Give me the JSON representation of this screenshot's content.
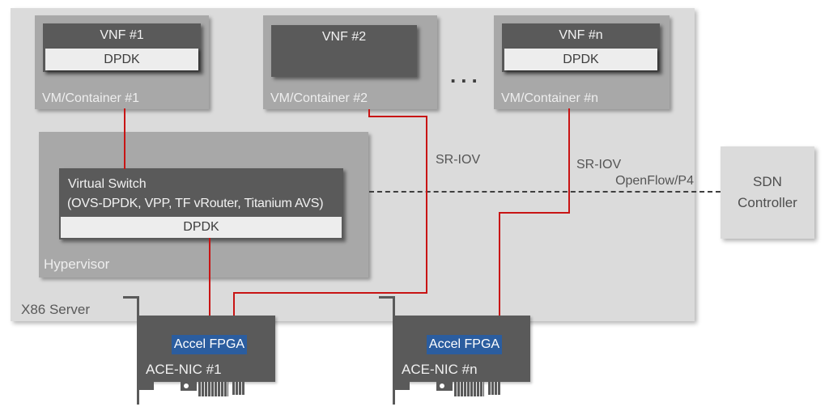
{
  "diagram": {
    "server": {
      "label": "X86 Server"
    },
    "containers": [
      {
        "label": "VM/Container #1",
        "vnf": "VNF #1",
        "dpdk": "DPDK"
      },
      {
        "label": "VM/Container #2",
        "vnf": "VNF #2"
      },
      {
        "label": "VM/Container #n",
        "vnf": "VNF #n",
        "dpdk": "DPDK"
      }
    ],
    "ellipsis": "...",
    "hypervisor": {
      "label": "Hypervisor",
      "vswitch_title": "Virtual Switch",
      "vswitch_subtitle": "(OVS-DPDK, VPP, TF vRouter, Titanium AVS)",
      "dpdk": "DPDK"
    },
    "links": {
      "sriov1": "SR-IOV",
      "sriov2": "SR-IOV",
      "openflow": "OpenFlow/P4"
    },
    "sdn": {
      "line1": "SDN",
      "line2": "Controller"
    },
    "nics": [
      {
        "fpga": "Accel FPGA",
        "label": "ACE-NIC #1"
      },
      {
        "fpga": "Accel FPGA",
        "label": "ACE-NIC #n"
      }
    ],
    "colors": {
      "red_link": "#c81414",
      "fpga_blue": "#2b5d9f",
      "dark_box": "#5a5a5a",
      "mid_gray": "#a8a8a8",
      "light_gray": "#dbdbdb",
      "dpdk_bar": "#ededed",
      "dash_line": "#3f3f3f"
    }
  }
}
